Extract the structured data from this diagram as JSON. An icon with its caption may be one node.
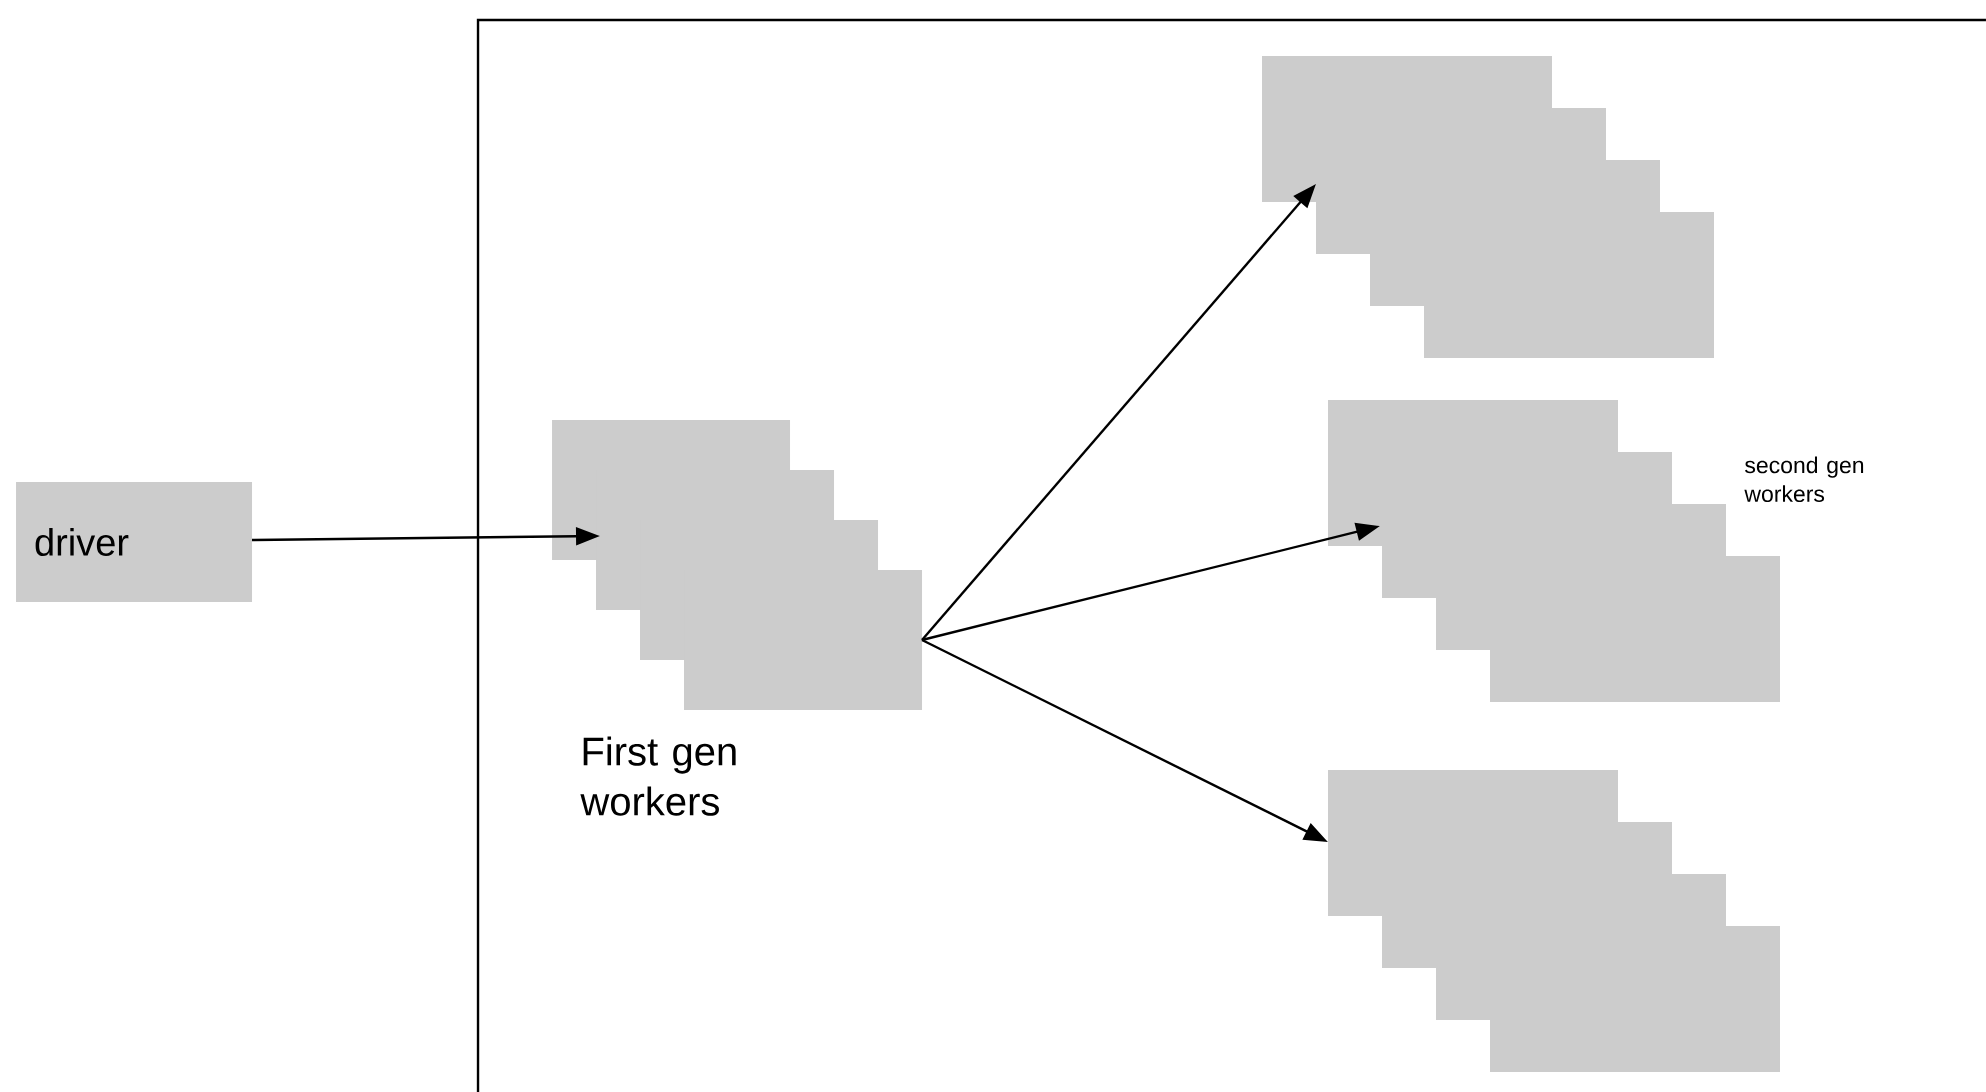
{
  "diagram": {
    "nodes": [
      {
        "text": [
          "driver"
        ]
      },
      {
        "text": [
          "First gen workers"
        ]
      },
      {
        "text": [],
        "shape": "box"
      },
      {
        "text": [
          "second gen workers"
        ]
      },
      {
        "text": [],
        "shape": "box"
      }
    ],
    "edges": [
      {
        "from": 0,
        "to": 1,
        "arrow": "to"
      },
      {
        "from": 1,
        "to": 2,
        "arrow": "to"
      },
      {
        "from": 1,
        "to": 3,
        "arrow": "to"
      },
      {
        "from": 1,
        "to": 4,
        "arrow": "to"
      }
    ]
  }
}
